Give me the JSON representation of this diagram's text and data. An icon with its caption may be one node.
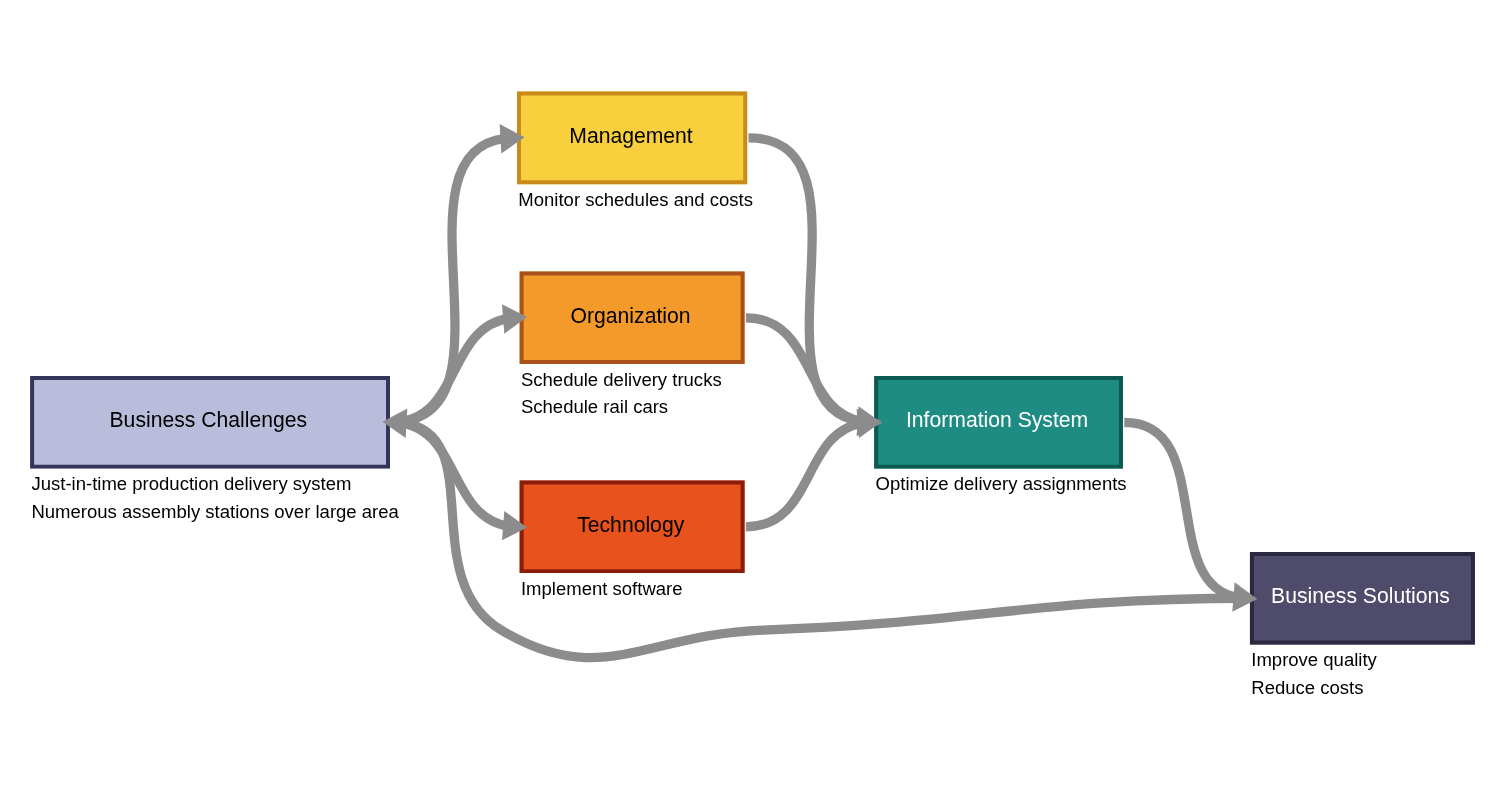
{
  "diagram": {
    "nodes": [
      {
        "text": [
          "Business Challenges"
        ],
        "beside": [
          "Just-in-time production delivery system",
          "Numerous assembly stations over large area"
        ]
      },
      {
        "text": [
          "Management"
        ],
        "beside": [
          "Monitor schedules and costs"
        ]
      },
      {
        "text": [
          "Organization"
        ],
        "beside": [
          "Schedule delivery trucks",
          "Schedule rail cars"
        ]
      },
      {
        "text": [
          "Technology"
        ],
        "beside": [
          "Implement software"
        ]
      },
      {
        "text": [
          "Information System"
        ],
        "beside": [
          "Optimize delivery assignments"
        ]
      },
      {
        "text": [
          "Business Solutions"
        ],
        "beside": [
          "Improve quality",
          "Reduce costs"
        ]
      }
    ],
    "edges": [
      {
        "from": 0,
        "to": 1,
        "arrow": "to"
      },
      {
        "from": 0,
        "to": 2,
        "arrow": "to"
      },
      {
        "from": 0,
        "to": 3,
        "arrow": "to"
      },
      {
        "from": 1,
        "to": 4,
        "arrow": "to"
      },
      {
        "from": 2,
        "to": 4,
        "arrow": "to"
      },
      {
        "from": 3,
        "to": 4,
        "arrow": "to"
      },
      {
        "from": 4,
        "to": 5,
        "arrow": "to"
      },
      {
        "from": 5,
        "to": 0,
        "arrow": "to"
      }
    ]
  }
}
